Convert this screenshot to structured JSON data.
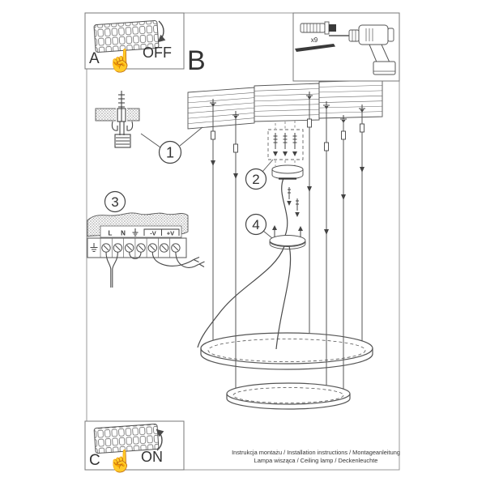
{
  "colors": {
    "ink": "#4a4a4a",
    "frame": "#999999",
    "text": "#333333"
  },
  "step_panels": {
    "a": {
      "letter": "A",
      "state": "OFF"
    },
    "b_label": "B",
    "c": {
      "letter": "C",
      "state": "ON"
    }
  },
  "tools_box": {
    "anchor_count": "x9"
  },
  "callouts": {
    "c1": "1",
    "c2": "2",
    "c3": "3",
    "c4": "4"
  },
  "wiring_labels": {
    "live": "L",
    "neutral": "N",
    "neg": "-V",
    "pos": "+V"
  },
  "footer": {
    "line1": "Instrukcja montażu / Installation instructions / Montageanleitung",
    "line2": "Lampa wisząca / Ceiling lamp / Deckenleuchte"
  }
}
